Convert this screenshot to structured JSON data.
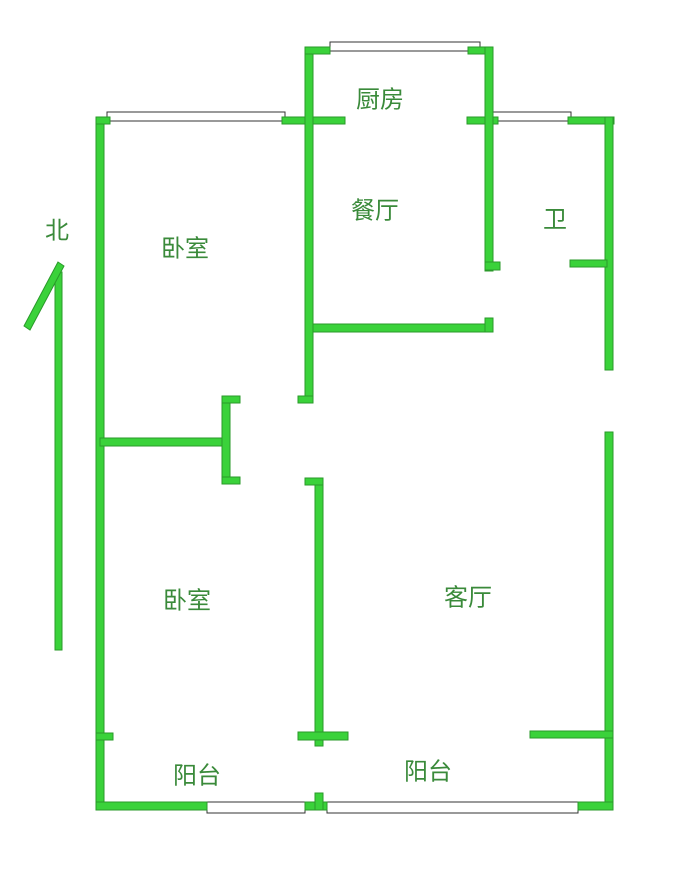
{
  "compass": {
    "north_label": "北"
  },
  "rooms": {
    "kitchen": "厨房",
    "dining": "餐厅",
    "bathroom": "卫",
    "bedroom_north": "卧室",
    "bedroom_south": "卧室",
    "living_room": "客厅",
    "balcony_west": "阳台",
    "balcony_east": "阳台"
  },
  "colors": {
    "wall": "#3ad23a",
    "label": "#3a8a3a"
  }
}
